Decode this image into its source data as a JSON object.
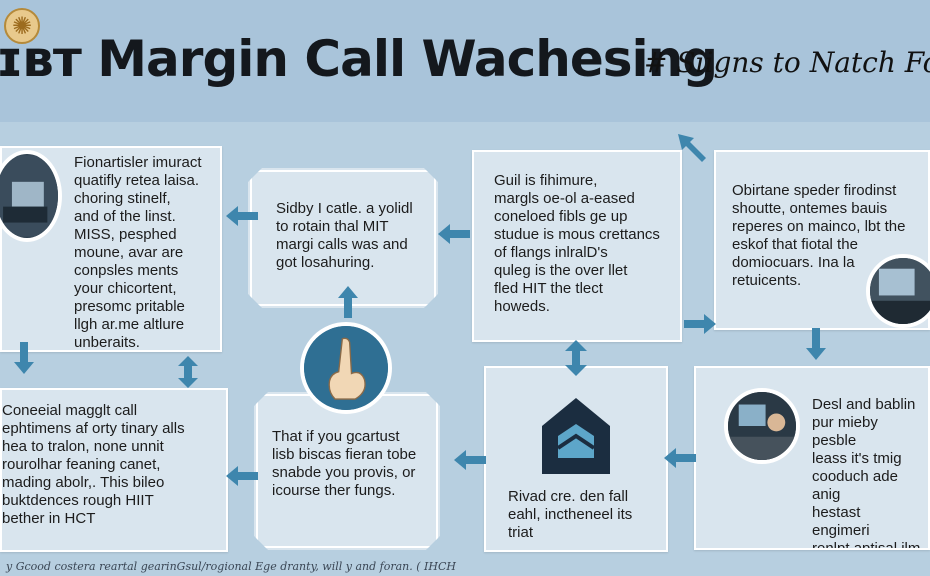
{
  "header": {
    "title": "ɪвт Margin Call Wachesing",
    "subtitle": "# Siigns to Natch Fo"
  },
  "cards": {
    "c1": "Fionartisler imuract\nquatifly retea laisa.\nchoring stinelf,\nand of the linst.\nMISS, pesphed\nmoune, avar are\nconpsles ments\nyour chicortent,\npresomc pritable\nllgh ar.me altlure\nunberaits.",
    "c2": "Sidby I catle. a yolidl\nto rotain thal MIT\nmargi calls was and\ngot losahuring.",
    "c3": "Guil is fihimure,\nmargls oe-ol a-eased\nconeloed fibls ge up\nstudue is mous crettancs\nof flangs inlralD's\nquleg is the over llet\nfled HIT the tlect\nhoweds.",
    "c4": "Obirtane speder firodinst\nshoutte, ontemes bauis\nreperes on mainco, lbt the\neskof that fiotal the\ndomiocuars. Ina la\nretuicents.",
    "c5": "Coneeial magglt call\nephtimens af orty tinary alls\nhea to tralon,  none unnit\nrourolhar feaning canet,\nmading abolr,. This bileo\nbuktdences rough HIIT\nbether in HCT",
    "c6": "That if you gcartust\nlisb biscas fieran tobe\nsnabde you provis, or\nicourse ther fungs.",
    "c7": "Rivad cre. den fall\neahl, inctheneel its\ntriat",
    "c8": "Desl and bablin\npur mieby pesble\nleass it's tmig\ncooduch ade anig\nhestast engimeri\nrenlpt aptisal ilm\nboware."
  },
  "icons": {
    "badge": "gold-seal-icon",
    "hand": "pointing-hand-icon",
    "house": "house-logo-icon",
    "arrow": "arrow-icon"
  },
  "colors": {
    "background": "#b7cfe0",
    "header": "#a9c4da",
    "card": "#d9e5ee",
    "arrow": "#3e86ad"
  },
  "footnote": "y Gcood costera reartal gearinGsul/rogional Ege dranty, will y and foran. ( IHCH"
}
